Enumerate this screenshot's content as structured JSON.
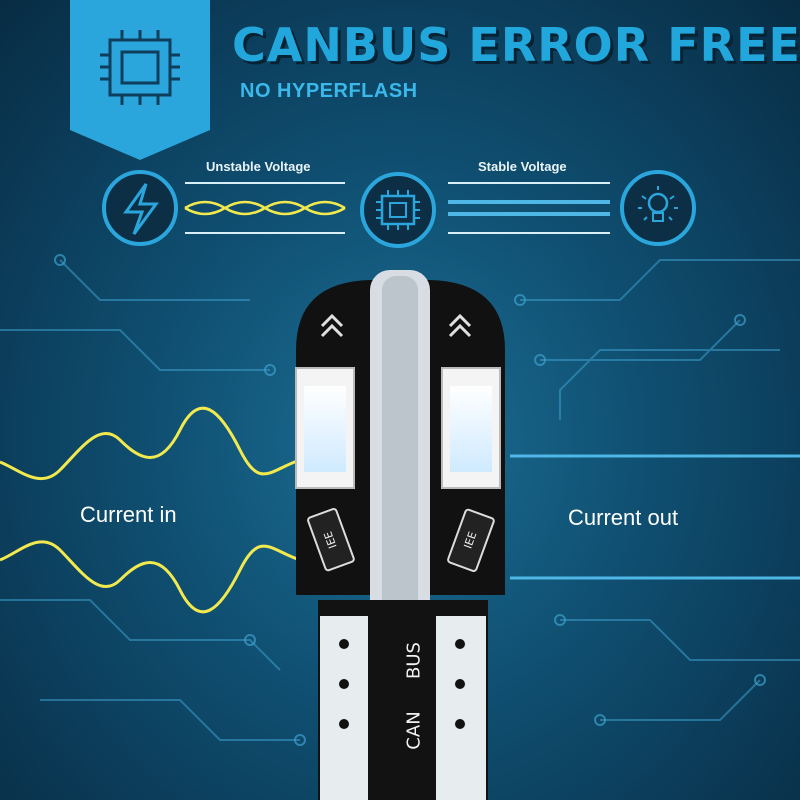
{
  "header": {
    "title": "CANBUS ERROR FREE",
    "subtitle": "NO HYPERFLASH"
  },
  "voltage": {
    "unstable_label": "Unstable Voltage",
    "stable_label": "Stable Voltage"
  },
  "current": {
    "in_label": "Current in",
    "out_label": "Current out"
  },
  "bulb": {
    "label_can": "CAN",
    "label_bus": "BUS",
    "resistor_mark": "IEE"
  },
  "icons": [
    "chip-icon",
    "lightning-icon",
    "bulb-icon"
  ],
  "colors": {
    "accent": "#22a7dd",
    "wave": "#f2e94e",
    "board": "#111111",
    "trace": "#4fb7e6"
  }
}
